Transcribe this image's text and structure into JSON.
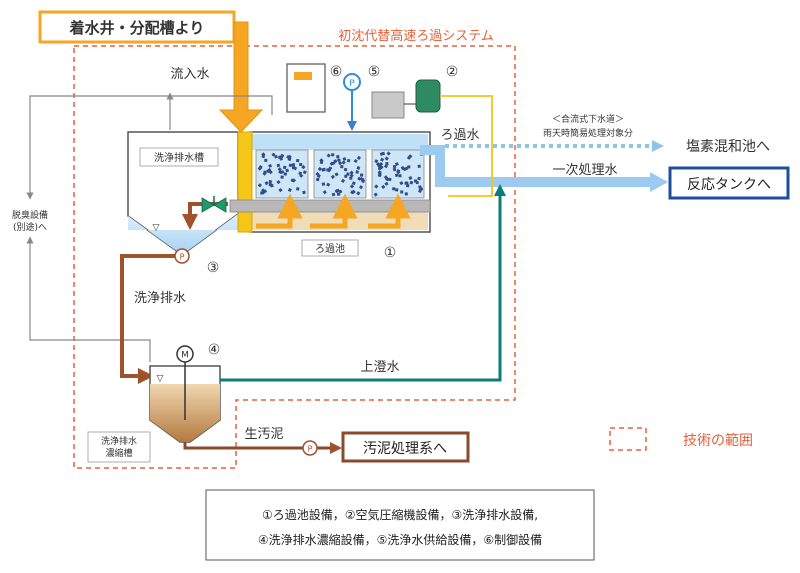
{
  "labels": {
    "source": "着水井・分配槽より",
    "system_title": "初沈代替高速ろ過システム",
    "inflow": "流入水",
    "filtered_water": "ろ過水",
    "combined_sewer": "＜合流式下水道＞",
    "rain_target": "雨天時簡易処理対象分",
    "chlorine": "塩素混和池へ",
    "primary_water": "一次処理水",
    "reaction_tank": "反応タンクへ",
    "wash_tank": "洗浄排水槽",
    "filter_pond": "ろ過池",
    "deodor": "脱臭設備",
    "deodor2": "(別途)へ",
    "wash_drain": "洗浄排水",
    "supernatant": "上澄水",
    "conc_tank1": "洗浄排水",
    "conc_tank2": "濃縮槽",
    "raw_sludge": "生汚泥",
    "sludge_system": "汚泥処理系へ",
    "tech_scope": "技術の範囲",
    "pump_p": "P",
    "motor_m": "M",
    "water_level": "▽"
  },
  "numbers": {
    "n1": "①",
    "n2": "②",
    "n3": "③",
    "n4": "④",
    "n5": "⑤",
    "n6": "⑥"
  },
  "legend": {
    "line1": "①ろ過池設備，②空気圧縮機設備，③洗浄排水設備,",
    "line2": "④洗浄排水濃縮設備，⑤洗浄水供給設備，⑥制御設備"
  },
  "colors": {
    "orange": "#f5a623",
    "brown": "#a0522d",
    "teal": "#0b7b7b",
    "navy": "#1f4e9c",
    "lightblue": "#8ec3ea",
    "red_dash": "#e8603c",
    "gray": "#888888"
  },
  "icons": {
    "pump": "pump-icon",
    "motor": "motor-icon",
    "control_panel": "control-panel-icon",
    "compressor": "air-compressor-icon",
    "water_supply": "pressure-gauge-icon"
  }
}
